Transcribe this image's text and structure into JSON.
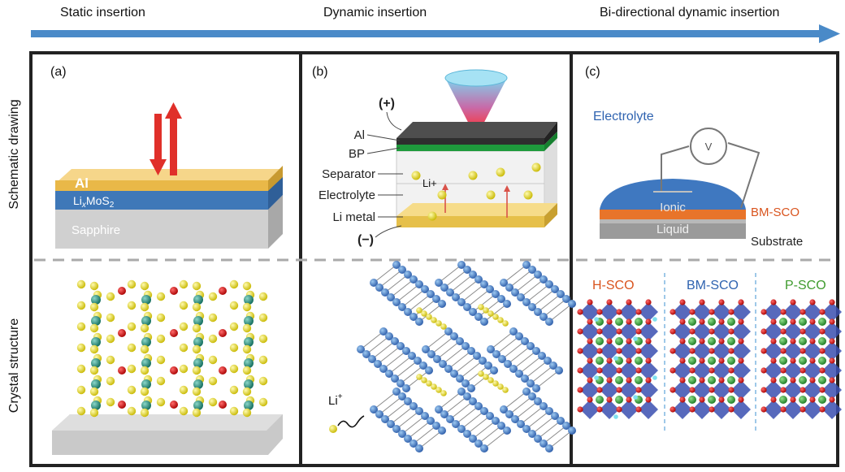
{
  "header": {
    "stage_1": "Static insertion",
    "stage_2": "Dynamic insertion",
    "stage_3": "Bi-directional dynamic insertion"
  },
  "row_labels": {
    "top": "Schematic drawing",
    "bottom": "Crystal structure"
  },
  "panel_a": {
    "tag": "(a)",
    "layer_top": "Al",
    "layer_mid_prefix": "Li",
    "layer_mid_sub_x": "x",
    "layer_mid_main": "MoS",
    "layer_mid_sub_2": "2",
    "layer_bottom": "Sapphire"
  },
  "panel_b": {
    "tag": "(b)",
    "plus": "(+)",
    "minus": "(−)",
    "labels": [
      "Al",
      "BP",
      "Separator",
      "Electrolyte",
      "Li metal"
    ],
    "ion": "Li+",
    "legend_ion": "Li",
    "legend_sup": "+"
  },
  "panel_c": {
    "tag": "(c)",
    "electrolyte": "Electrolyte",
    "meter": "V",
    "ionic": "Ionic",
    "liquid": "Liquid",
    "film": "BM-SCO",
    "substrate": "Substrate",
    "phases": [
      "H-SCO",
      "BM-SCO",
      "P-SCO"
    ]
  },
  "colors": {
    "arrow": "#4a8ac8",
    "frame": "#222222",
    "al": "#f0c050",
    "limos2": "#3f78b8",
    "sapphire": "#cfcfcf",
    "bp_green": "#1e9a3c",
    "film_orange": "#e8742a",
    "electrolyte_blue": "#3f78c0",
    "h_sco": "#d9541e",
    "bm_sco": "#2f63b0",
    "p_sco": "#3f9b2e"
  }
}
